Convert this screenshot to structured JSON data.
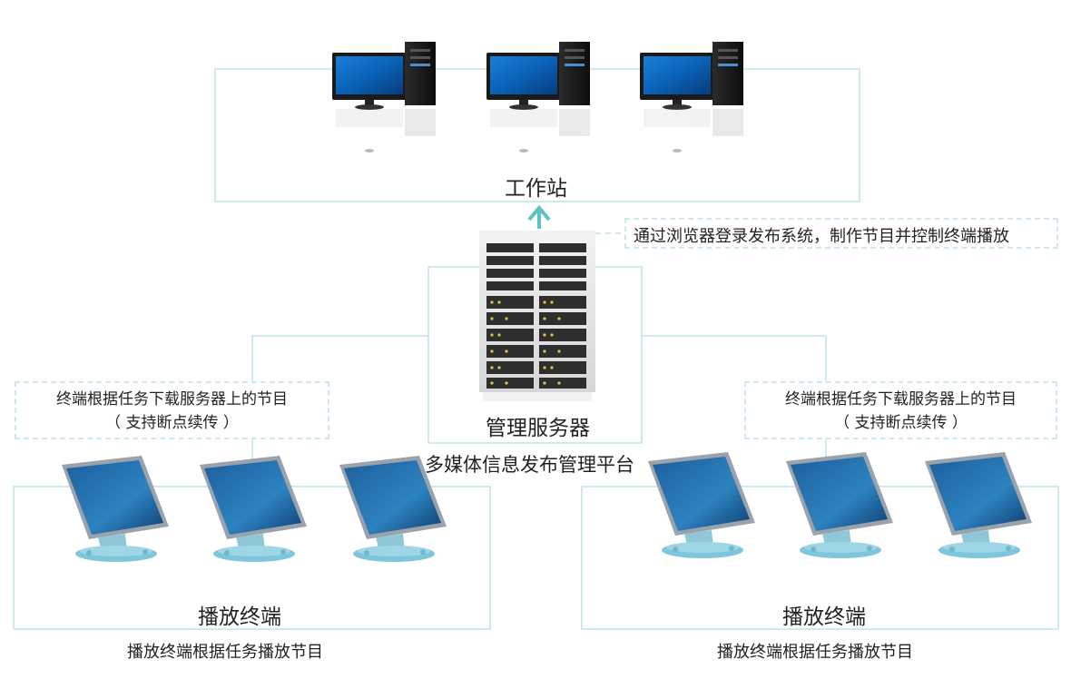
{
  "workstation": {
    "label": "工作站"
  },
  "server": {
    "label": "管理服务器",
    "platform": "多媒体信息发布管理平台",
    "browser_note": "通过浏览器登录发布系统，制作节目并控制终端播放"
  },
  "left_group": {
    "note_line1": "终端根据任务下载服务器上的节目",
    "note_line2": "（ 支持断点续传 ）",
    "label": "播放终端",
    "caption": "播放终端根据任务播放节目"
  },
  "right_group": {
    "note_line1": "终端根据任务下载服务器上的节目",
    "note_line2": "（ 支持断点续传 ）",
    "label": "播放终端",
    "caption": "播放终端根据任务播放节目"
  },
  "colors": {
    "line": "#bfe3e6",
    "arrow": "#5cc3c3",
    "dash": "#cfe6ea",
    "stand": "#7ec6dc"
  }
}
